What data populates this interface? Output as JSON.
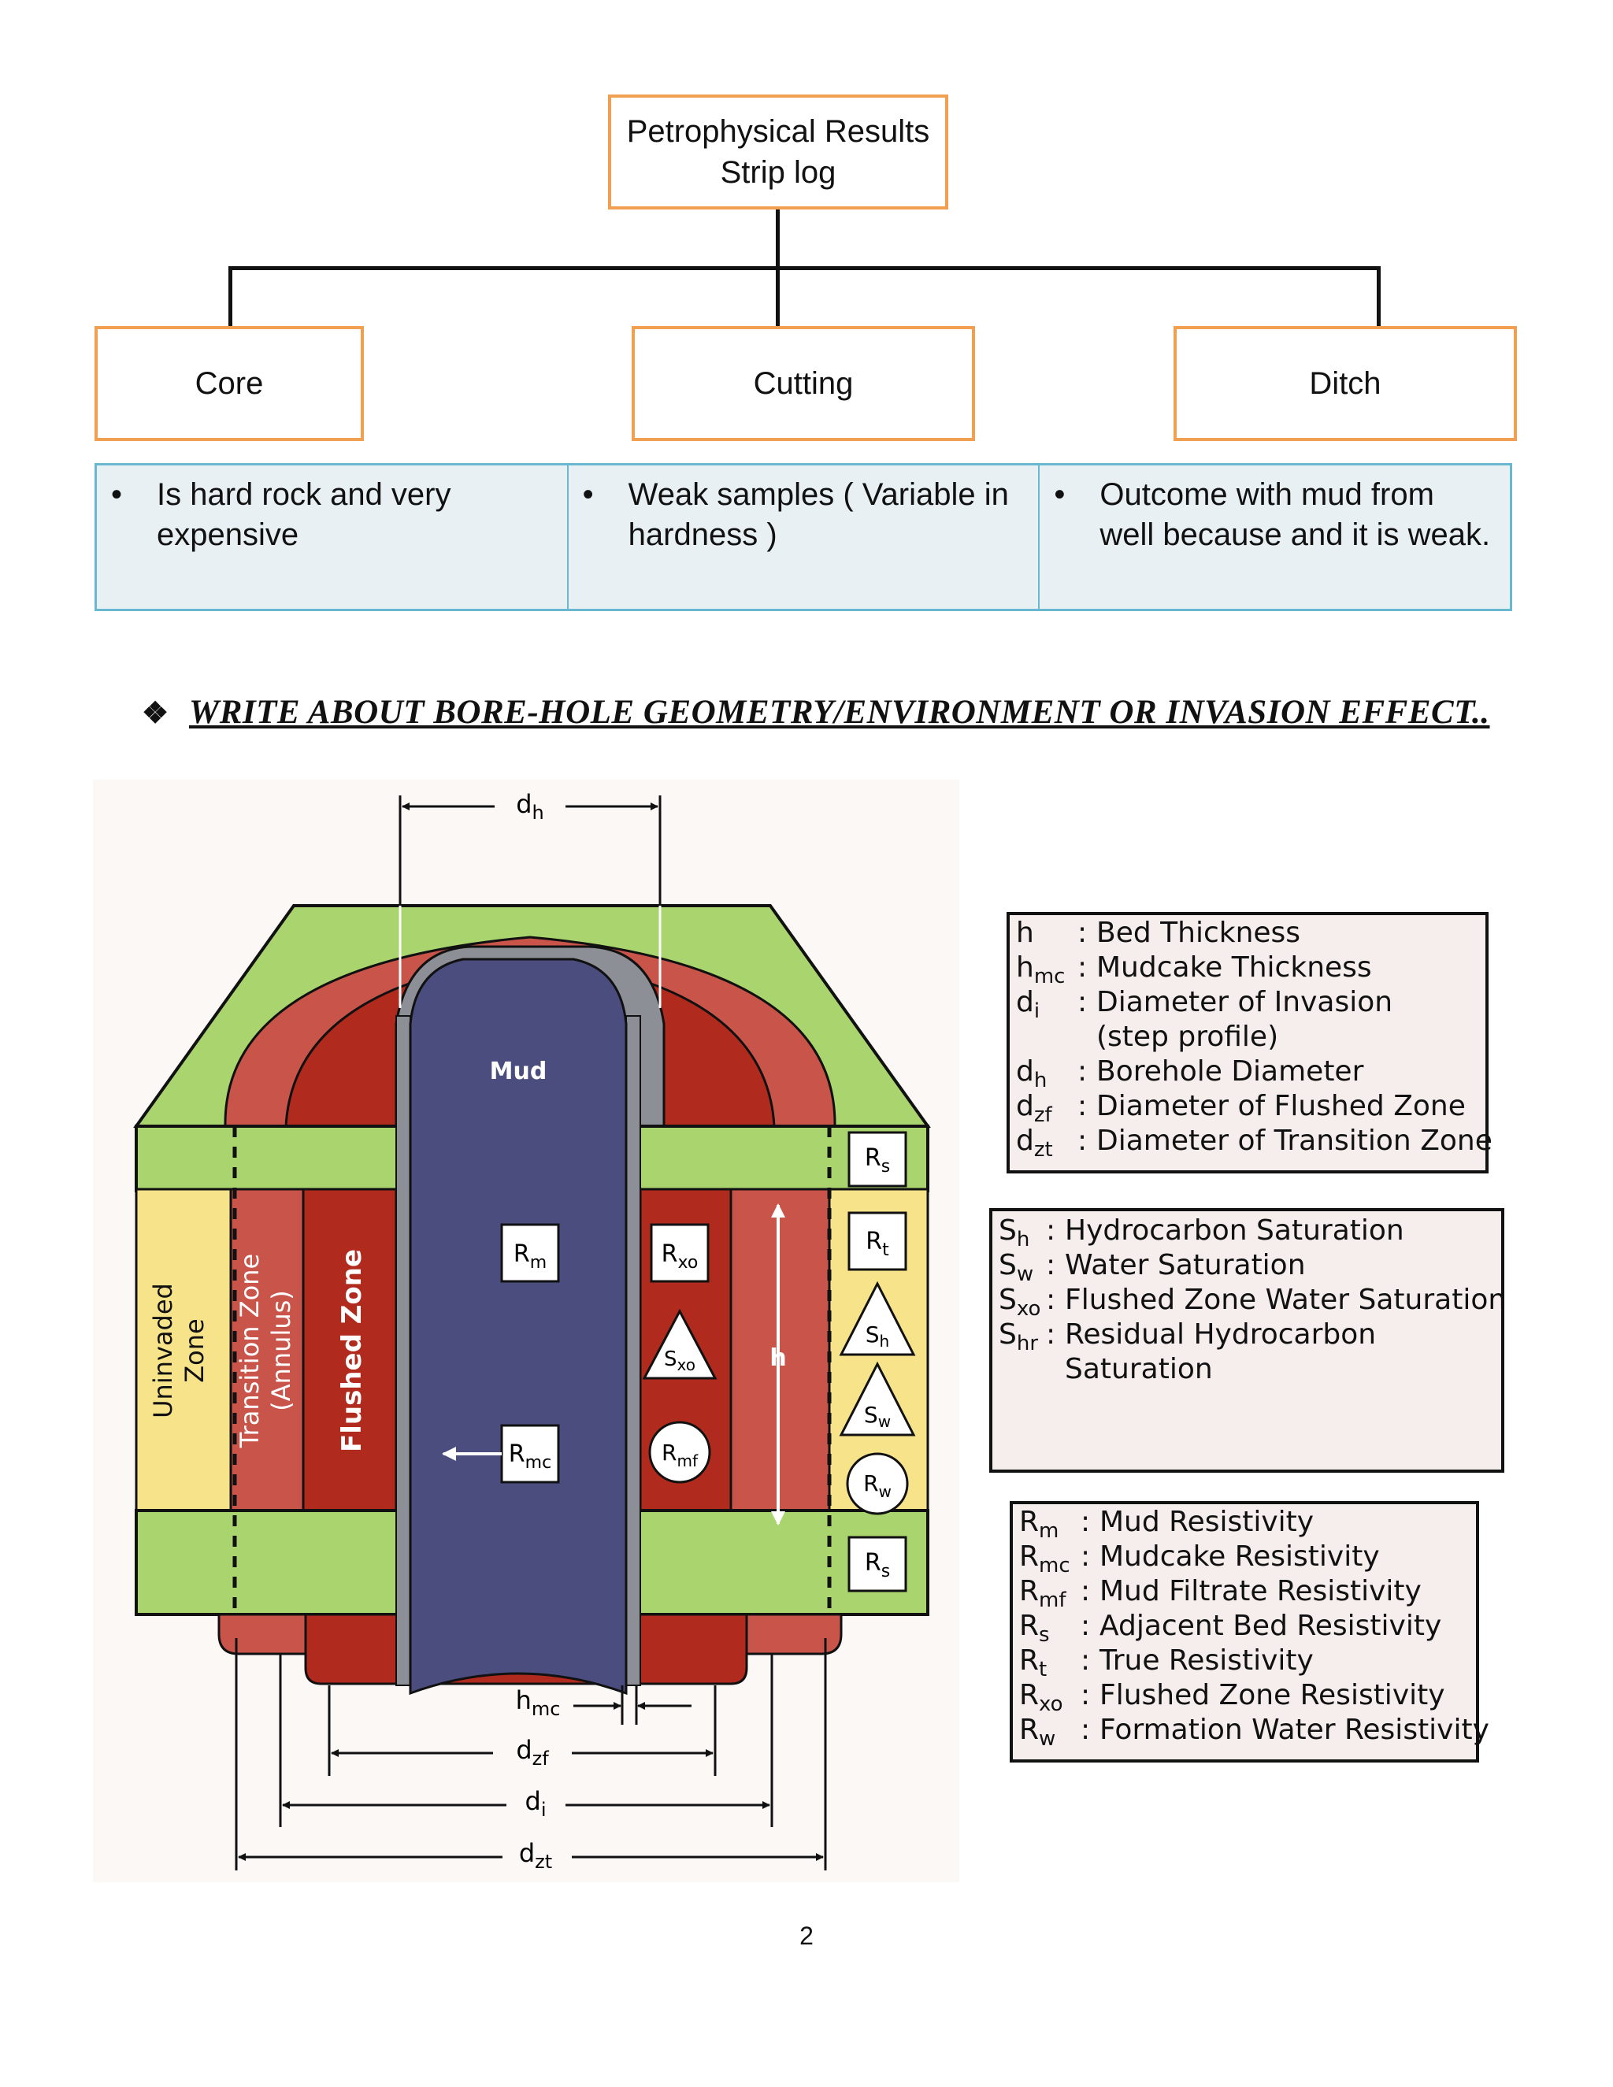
{
  "flowchart": {
    "root": {
      "line1": "Petrophysical Results",
      "line2": "Strip log"
    },
    "children": [
      {
        "label": "Core",
        "description": "Is hard rock and very expensive"
      },
      {
        "label": "Cutting",
        "description": "Weak samples ( Variable in hardness )"
      },
      {
        "label": "Ditch",
        "description": "Outcome with mud from well because and it is weak."
      }
    ],
    "bullet": "•"
  },
  "heading": {
    "marker": "❖",
    "text": "Write about bore-hole geometry/environment or invasion effect.."
  },
  "diagram": {
    "labels": {
      "mud": "Mud",
      "uninvaded_1": "Uninvaded",
      "uninvaded_2": "Zone",
      "transition_1": "Transition Zone",
      "transition_2": "(Annulus)",
      "flushed": "Flushed Zone",
      "h": "h"
    },
    "dimensions": {
      "dh": {
        "main": "d",
        "sub": "h"
      },
      "hmc": {
        "main": "h",
        "sub": "mc"
      },
      "dzf": {
        "main": "d",
        "sub": "zf"
      },
      "di": {
        "main": "d",
        "sub": "i"
      },
      "dzt": {
        "main": "d",
        "sub": "zt"
      }
    },
    "symbols": {
      "Rm": {
        "main": "R",
        "sub": "m"
      },
      "Rmc": {
        "main": "R",
        "sub": "mc"
      },
      "Rxo": {
        "main": "R",
        "sub": "xo"
      },
      "Sxo": {
        "main": "S",
        "sub": "xo"
      },
      "Rmf": {
        "main": "R",
        "sub": "mf"
      },
      "Rs_top": {
        "main": "R",
        "sub": "s"
      },
      "Rt": {
        "main": "R",
        "sub": "t"
      },
      "Sh": {
        "main": "S",
        "sub": "h"
      },
      "Sw": {
        "main": "S",
        "sub": "w"
      },
      "Rw": {
        "main": "R",
        "sub": "w"
      },
      "Rs_bottom": {
        "main": "R",
        "sub": "s"
      }
    },
    "colors": {
      "green": "#a9d46e",
      "red_dark": "#b02a1e",
      "red_mid": "#c9554a",
      "salmon": "#d06a5c",
      "yellow": "#f6e38a",
      "mud_blue": "#4b4d7e",
      "mudcake_gray": "#8c8f96"
    }
  },
  "legends": {
    "geometry": [
      {
        "sym": "h",
        "sub": "",
        "text": "Bed Thickness"
      },
      {
        "sym": "h",
        "sub": "mc",
        "text": "Mudcake Thickness"
      },
      {
        "sym": "d",
        "sub": "i",
        "text": "Diameter of Invasion"
      },
      {
        "sym": "",
        "sub": "",
        "text": "(step profile)"
      },
      {
        "sym": "d",
        "sub": "h",
        "text": "Borehole Diameter"
      },
      {
        "sym": "d",
        "sub": "zf",
        "text": "Diameter of Flushed Zone"
      },
      {
        "sym": "d",
        "sub": "zt",
        "text": "Diameter of Transition Zone"
      }
    ],
    "saturation": [
      {
        "sym": "S",
        "sub": "h",
        "text": "Hydrocarbon Saturation"
      },
      {
        "sym": "S",
        "sub": "w",
        "text": "Water Saturation"
      },
      {
        "sym": "S",
        "sub": "xo",
        "text": "Flushed Zone Water Saturation"
      },
      {
        "sym": "S",
        "sub": "hr",
        "text": "Residual Hydrocarbon"
      },
      {
        "sym": "",
        "sub": "",
        "text": "Saturation"
      }
    ],
    "resistivity": [
      {
        "sym": "R",
        "sub": "m",
        "text": "Mud Resistivity"
      },
      {
        "sym": "R",
        "sub": "mc",
        "text": "Mudcake Resistivity"
      },
      {
        "sym": "R",
        "sub": "mf",
        "text": "Mud Filtrate Resistivity"
      },
      {
        "sym": "R",
        "sub": "s",
        "text": "Adjacent Bed Resistivity"
      },
      {
        "sym": "R",
        "sub": "t",
        "text": "True Resistivity"
      },
      {
        "sym": "R",
        "sub": "xo",
        "text": "Flushed Zone Resistivity"
      },
      {
        "sym": "R",
        "sub": "w",
        "text": "Formation Water Resistivity"
      }
    ],
    "colon": ":"
  },
  "page_number": "2"
}
